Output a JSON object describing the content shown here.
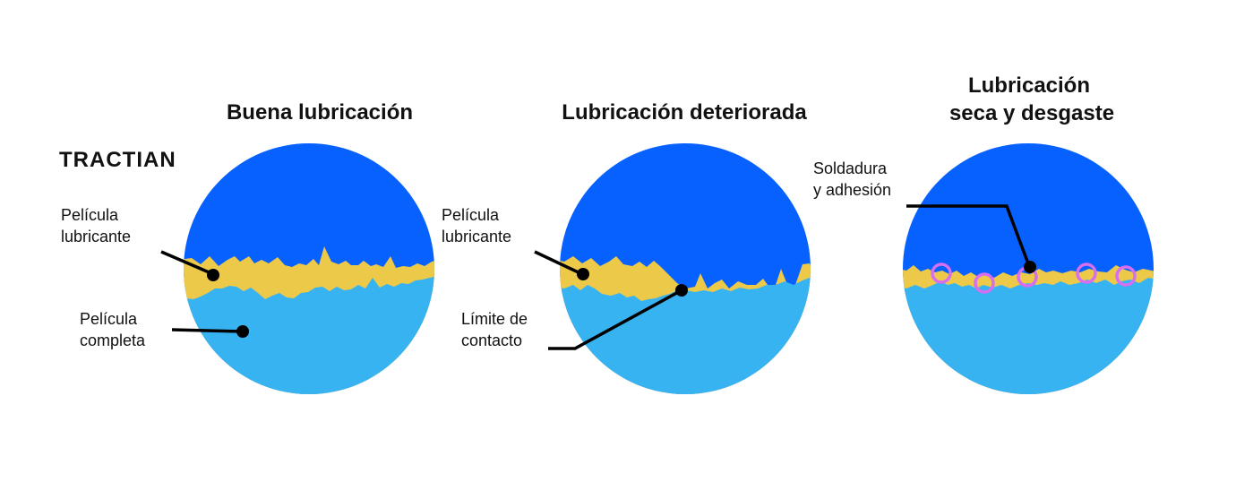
{
  "brand": {
    "logo_text": "TRACTIAN",
    "logo_color": "#0B5CFF"
  },
  "colors": {
    "upper_surface": "#0761FF",
    "lower_surface": "#37B3F2",
    "lubricant": "#EDC94A",
    "weld_marker": "#D66EF0"
  },
  "panels": [
    {
      "title_lines": [
        "Buena lubricación"
      ],
      "labels": {
        "film_line1": "Película",
        "film_line2": "lubricante",
        "full_line1": "Película",
        "full_line2": "completa"
      }
    },
    {
      "title_lines": [
        "Lubricación deteriorada"
      ],
      "labels": {
        "film_line1": "Película",
        "film_line2": "lubricante",
        "contact_line1": "Límite de",
        "contact_line2": "contacto"
      }
    },
    {
      "title_lines": [
        "Lubricación",
        "seca y desgaste"
      ],
      "labels": {
        "weld_line1": "Soldadura",
        "weld_line2": "y adhesión"
      },
      "weld_markers_count": 5
    }
  ]
}
